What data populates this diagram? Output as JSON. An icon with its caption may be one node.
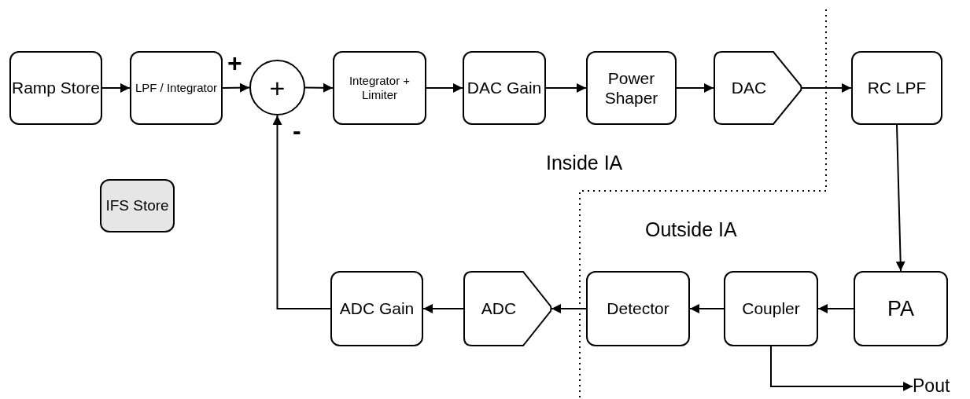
{
  "diagram": {
    "nodes": [
      {
        "text": [
          "Ramp Store"
        ]
      },
      {
        "text": [
          "LPF / Integrator"
        ]
      },
      {
        "text": [
          "+"
        ]
      },
      {
        "text": [
          "Integrator + Limiter"
        ]
      },
      {
        "text": [
          "DAC Gain"
        ]
      },
      {
        "text": [
          "Power Shaper"
        ]
      },
      {
        "text": [
          "DAC"
        ]
      },
      {
        "text": [
          "RC LPF"
        ]
      },
      {
        "text": [
          "IFS Store"
        ]
      },
      {
        "text": [
          "ADC Gain"
        ]
      },
      {
        "text": [
          "ADC"
        ]
      },
      {
        "text": [
          "Detector"
        ]
      },
      {
        "text": [
          "Coupler"
        ]
      },
      {
        "text": [
          "PA"
        ]
      },
      {
        "text": [
          "Pout"
        ]
      }
    ],
    "edges": [
      {
        "from": 0,
        "to": 1,
        "arrow": "to"
      },
      {
        "from": 1,
        "to": 2,
        "arrow": "to"
      },
      {
        "from": 2,
        "to": 3,
        "arrow": "to"
      },
      {
        "from": 3,
        "to": 4,
        "arrow": "to"
      },
      {
        "from": 4,
        "to": 5,
        "arrow": "to"
      },
      {
        "from": 5,
        "to": 6,
        "arrow": "to"
      },
      {
        "from": 6,
        "to": 7,
        "arrow": "to"
      },
      {
        "from": 7,
        "to": 13,
        "arrow": "to"
      },
      {
        "from": 13,
        "to": 12,
        "arrow": "to"
      },
      {
        "from": 12,
        "to": 11,
        "arrow": "to"
      },
      {
        "from": 11,
        "to": 10,
        "arrow": "to"
      },
      {
        "from": 10,
        "to": 9,
        "arrow": "to"
      },
      {
        "from": 9,
        "to": 2,
        "arrow": "to"
      },
      {
        "from": 12,
        "to": 14,
        "arrow": "to"
      }
    ],
    "labels": [
      "+",
      "-",
      "Inside IA",
      "Outside IA"
    ]
  }
}
